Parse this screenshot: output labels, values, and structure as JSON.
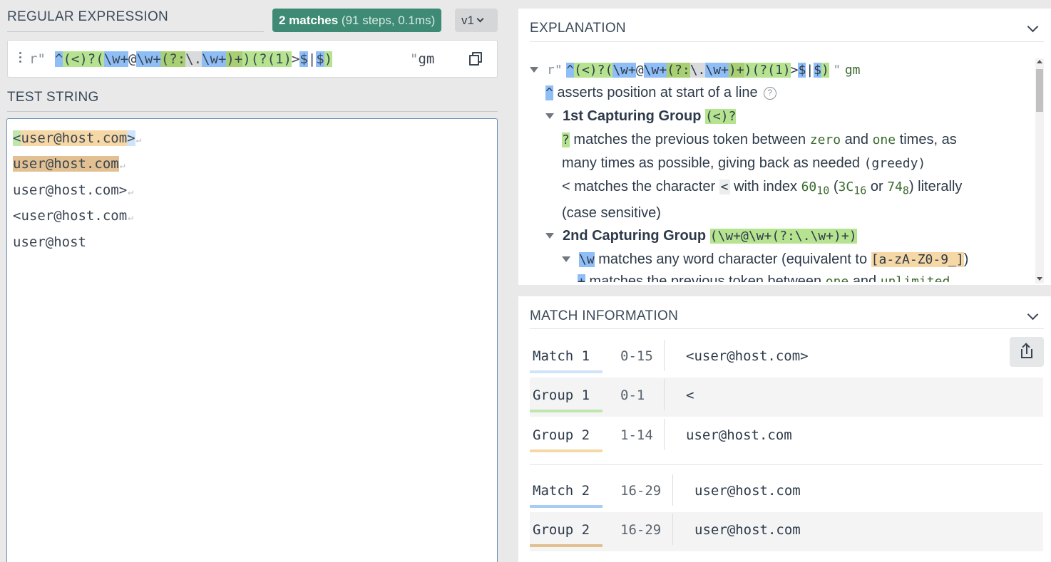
{
  "regex_section": {
    "title": "REGULAR EXPRESSION",
    "match_count": "2 matches",
    "match_detail": "(91 steps, 0.1ms)",
    "version": "v1",
    "prefix": "r\"",
    "tokens": [
      "^",
      "(",
      "<",
      ")?",
      "(",
      "\\w+",
      "@",
      "\\w+",
      "(?:",
      "\\.",
      "\\w+",
      ")+",
      ")",
      "(?(1)",
      ">",
      "$",
      "|",
      "$",
      ")"
    ],
    "suffix_quote": "\"",
    "flags": "gm"
  },
  "test_section": {
    "title": "TEST STRING",
    "lines": [
      "<user@host.com>",
      "user@host.com",
      "user@host.com>",
      "<user@host.com",
      "user@host"
    ],
    "line1_parts": [
      "<",
      "user@host.com",
      ">"
    ]
  },
  "explanation": {
    "title": "EXPLANATION",
    "row0": {
      "prefix": "r\"",
      "quote": "\"",
      "flags": "gm"
    },
    "row1": {
      "token": "^",
      "text": "asserts position at start of a line",
      "help": "?"
    },
    "row2": {
      "title": "1st Capturing Group",
      "token": "(<)?"
    },
    "row3": {
      "token": "?",
      "t1": "matches the previous token between",
      "zero": "zero",
      "and": "and",
      "one": "one",
      "t2": "times, as"
    },
    "row4": {
      "t1": "many times as possible, giving back as needed",
      "greedy": "(greedy)"
    },
    "row5": {
      "t1": "< matches the character",
      "chr": "<",
      "t2": "with index",
      "dec": "60",
      "dec_sub": "10",
      "hex": "3C",
      "hex_sub": "16",
      "or": "or",
      "oct": "74",
      "oct_sub": "8",
      "t3": "literally"
    },
    "row6": {
      "t1": "(case sensitive)"
    },
    "row7": {
      "title": "2nd Capturing Group",
      "token": "(\\w+@\\w+(?:\\.\\w+)+)"
    },
    "row8": {
      "token": "\\w",
      "t1": "matches any word character (equivalent to",
      "set": "[a-zA-Z0-9_]",
      "t2": ")"
    },
    "row9": {
      "token": "+",
      "t1": "matches the previous token between",
      "one": "one",
      "and": "and",
      "unl": "unlimited"
    }
  },
  "match_info": {
    "title": "MATCH INFORMATION",
    "rows": [
      {
        "label": "Match 1",
        "range": "0-15",
        "value": "<user@host.com>",
        "color": "#cfe3fa"
      },
      {
        "label": "Group 1",
        "range": "0-1",
        "value": "<",
        "color": "#bfe6ad"
      },
      {
        "label": "Group 2",
        "range": "1-14",
        "value": "user@host.com",
        "color": "#f6d7a6"
      },
      {
        "label": "Match 2",
        "range": "16-29",
        "value": "user@host.com",
        "color": "#a9cdf2"
      },
      {
        "label": "Group 2",
        "range": "16-29",
        "value": "user@host.com",
        "color": "#e2c091"
      }
    ]
  },
  "icons": [
    "drag-handle-icon",
    "copy-icon",
    "chevron-down-icon",
    "help-icon",
    "share-icon",
    "collapse-triangle-icon",
    "newline-icon"
  ]
}
